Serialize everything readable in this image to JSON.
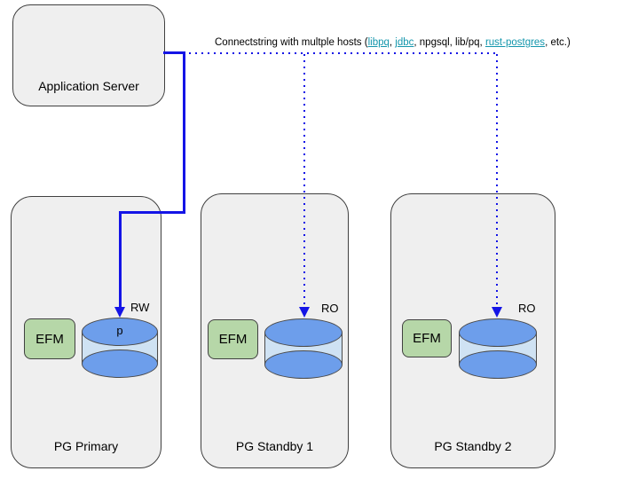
{
  "colors": {
    "connection_blue": "#1414e6",
    "link_teal": "#1396ac",
    "node_fill": "#efefef",
    "node_border": "#404040",
    "efm_fill": "#b6d7a8",
    "cylinder_cap_fill": "#6d9eeb",
    "cylinder_body_fill": "#cfe2f3"
  },
  "annotation": {
    "segments": [
      {
        "text": "Connectstring with multple hosts (",
        "link": false
      },
      {
        "text": "libpq",
        "link": true
      },
      {
        "text": ", ",
        "link": false
      },
      {
        "text": "jdbc",
        "link": true
      },
      {
        "text": ", npgsql, lib/pq, ",
        "link": false
      },
      {
        "text": "rust-postgres",
        "link": true
      },
      {
        "text": ", etc.)",
        "link": false
      }
    ]
  },
  "nodes": {
    "app_server": {
      "label": "Application Server"
    },
    "primary": {
      "title": "PG Primary",
      "efm_label": "EFM",
      "db_letter": "p",
      "access_label": "RW"
    },
    "standby1": {
      "title": "PG Standby 1",
      "efm_label": "EFM",
      "access_label": "RO"
    },
    "standby2": {
      "title": "PG Standby 2",
      "efm_label": "EFM",
      "access_label": "RO"
    }
  }
}
